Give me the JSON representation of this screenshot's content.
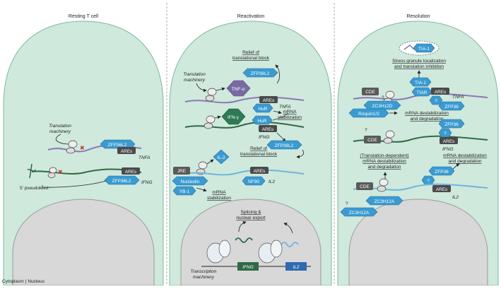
{
  "colors": {
    "cell_fill": "#cfe9dd",
    "nucleus_fill": "#d8d8d8",
    "protein_blue": "#3a9bd1",
    "protein_dark": "#2a6f9e",
    "are_box": "#4a4a4a",
    "ifng_strand": "#2f6b45",
    "tnfa_strand": "#8a7ab0",
    "il2_strand": "#6fb5de",
    "cytokine_purple": "#7a6aa3",
    "cytokine_green": "#2f7a54"
  },
  "panels": {
    "resting": {
      "title": "Resting T cell"
    },
    "reactivation": {
      "title": "Reactivation"
    },
    "resolution": {
      "title": "Resolution"
    }
  },
  "compartments": {
    "cytoplasm": "Cytoplasm",
    "divider": "|",
    "nucleus": "Nucleus"
  },
  "resting": {
    "translation_machinery": [
      "Translation",
      "machinery"
    ],
    "zfp36l2_a": "ZFP36L2",
    "ares_a": "AREs",
    "tnfa": "TNFA",
    "ares_b": "AREs",
    "zfp36l2_b": "ZFP36L2",
    "ifng": "IFNG",
    "pseudoknot": "5′ pseudoknot"
  },
  "reactivation": {
    "relief_top": [
      "Relief of",
      "translational block"
    ],
    "zfp36l2_top": "ZFP36L2",
    "translation_machinery": [
      "Translation",
      "machinery"
    ],
    "tnf_alpha": "TNF-α",
    "ares_tnf": "AREs",
    "hur_tnf": "HuR",
    "tnfa": "TNFA",
    "mrna_stab_a": [
      "mRNA",
      "stabilization"
    ],
    "ifn_gamma": "IFN-γ",
    "hur_ifng": "HuR",
    "ares_ifng": "AREs",
    "ifng": "IFNG",
    "zfp36l2_mid": "ZFP36L2",
    "relief_mid": [
      "Relief of",
      "translational block"
    ],
    "il2_protein": "IL-2",
    "jre": "JRE",
    "ares_il2": "AREs",
    "nucleolin": "Nucleolin",
    "nf90": "NF90",
    "il2": "IL2",
    "yb1": "YB-1",
    "mrna_stab_b": [
      "mRNA",
      "stabilization"
    ],
    "splicing": [
      "Splicing &",
      "nuclear export"
    ],
    "transcription_machinery": [
      "Transcription",
      "machinery"
    ],
    "gene_ifng": "IFNG",
    "gene_il2": "IL2"
  },
  "resolution": {
    "tia1_granule": "TIA-1",
    "stress_granule": [
      "Stress granule localization",
      "and translation inhibition"
    ],
    "tia1": "TIA-1",
    "cde_a": "CDE",
    "q_a": "?",
    "zc3h12d": "ZC3H12D",
    "tiar": "TIAR",
    "ares_tnf": "AREs",
    "q_b": "?",
    "tnfa": "TNFA",
    "zfp36_a": "ZFP36",
    "roquin": "Roquin1/2",
    "mrna_destab_a": [
      "mRNA destabilization",
      "and degradation"
    ],
    "zfp36_b": "ZFP36",
    "q_c": "?",
    "cde_b": "CDE",
    "q_d": "?",
    "ares_ifng": "AREs",
    "ifng": "IFNG",
    "transl_dep": [
      "(Translation-dependent)",
      "mRNA destabilization",
      "and degradation"
    ],
    "mrna_destab_b": [
      "mRNA destabilization",
      "and degradation"
    ],
    "zfp36_c": "ZFP36",
    "q_e": "?",
    "cde_c": "CDE",
    "ares_il2": "AREs",
    "il2": "IL2",
    "q_f": "?",
    "zc3h12a_a": "ZC3H12A",
    "zc3h12a_b": "ZC3H12A"
  }
}
